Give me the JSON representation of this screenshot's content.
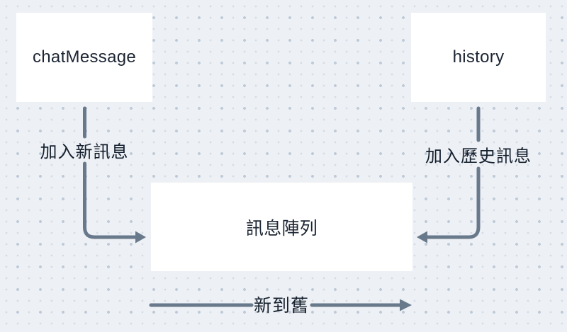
{
  "diagram": {
    "nodes": {
      "chat_message": "chatMessage",
      "history": "history",
      "message_array": "訊息陣列"
    },
    "edge_labels": {
      "add_new": "加入新訊息",
      "add_history": "加入歷史訊息",
      "order": "新到舊"
    },
    "colors": {
      "background": "#edf0f4",
      "grid_dot": "#bfcbd9",
      "grid_dot_small": "#d5dce5",
      "node_background": "#ffffff",
      "connector": "#68798b",
      "text": "#1c2533"
    }
  }
}
